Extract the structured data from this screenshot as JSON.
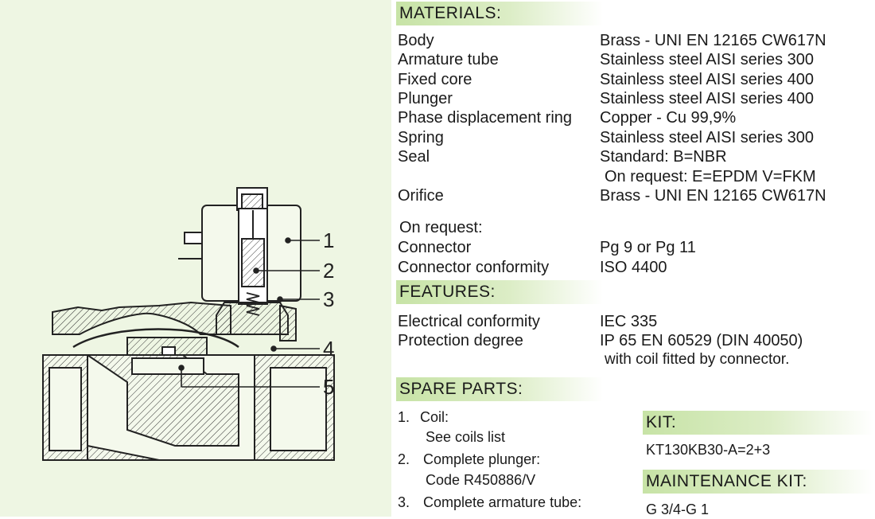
{
  "drawing": {
    "callouts": [
      "1",
      "2",
      "3",
      "4",
      "5"
    ]
  },
  "materials": {
    "heading": "MATERIALS:",
    "rows": [
      {
        "label": "Body",
        "value": "Brass - UNI EN 12165 CW617N"
      },
      {
        "label": "Armature tube",
        "value": "Stainless steel AISI series 300"
      },
      {
        "label": "Fixed core",
        "value": "Stainless steel AISI series 400"
      },
      {
        "label": "Plunger",
        "value": "Stainless steel AISI series 400"
      },
      {
        "label": "Phase displacement ring",
        "value": "Copper - Cu 99,9%"
      },
      {
        "label": "Spring",
        "value": "Stainless steel AISI series 300"
      },
      {
        "label": "Seal",
        "value": "Standard:   B=NBR"
      },
      {
        "label": "",
        "value": "On request: E=EPDM   V=FKM"
      },
      {
        "label": "Orifice",
        "value": "Brass - UNI EN 12165 CW617N"
      }
    ],
    "on_request_label": "On request:",
    "on_request_rows": [
      {
        "label": "Connector",
        "value": "Pg 9 or Pg 11"
      },
      {
        "label": "Connector conformity",
        "value": "ISO 4400"
      }
    ]
  },
  "features": {
    "heading": "FEATURES:",
    "rows": [
      {
        "label": "Electrical  conformity",
        "value": "IEC 335"
      },
      {
        "label": "Protection  degree",
        "value": "IP 65 EN 60529 (DIN 40050)"
      }
    ],
    "note": "with coil fitted by connector."
  },
  "spare_parts": {
    "heading": "SPARE PARTS:",
    "items": [
      {
        "number": "1.",
        "title": "Coil:",
        "detail": "See coils list"
      },
      {
        "number": "2.",
        "title": "Complete plunger:",
        "detail": "Code R450886/V"
      },
      {
        "number": "3.",
        "title": "Complete armature tube:",
        "detail": ""
      }
    ]
  },
  "kit": {
    "heading": "KIT:",
    "value": "KT130KB30-A=2+3"
  },
  "maintenance_kit": {
    "heading": "MAINTENANCE KIT:",
    "value": "G 3/4-G 1"
  },
  "colors": {
    "panel_bg": "#eef6e3",
    "header_green": "#c7e3a6"
  }
}
